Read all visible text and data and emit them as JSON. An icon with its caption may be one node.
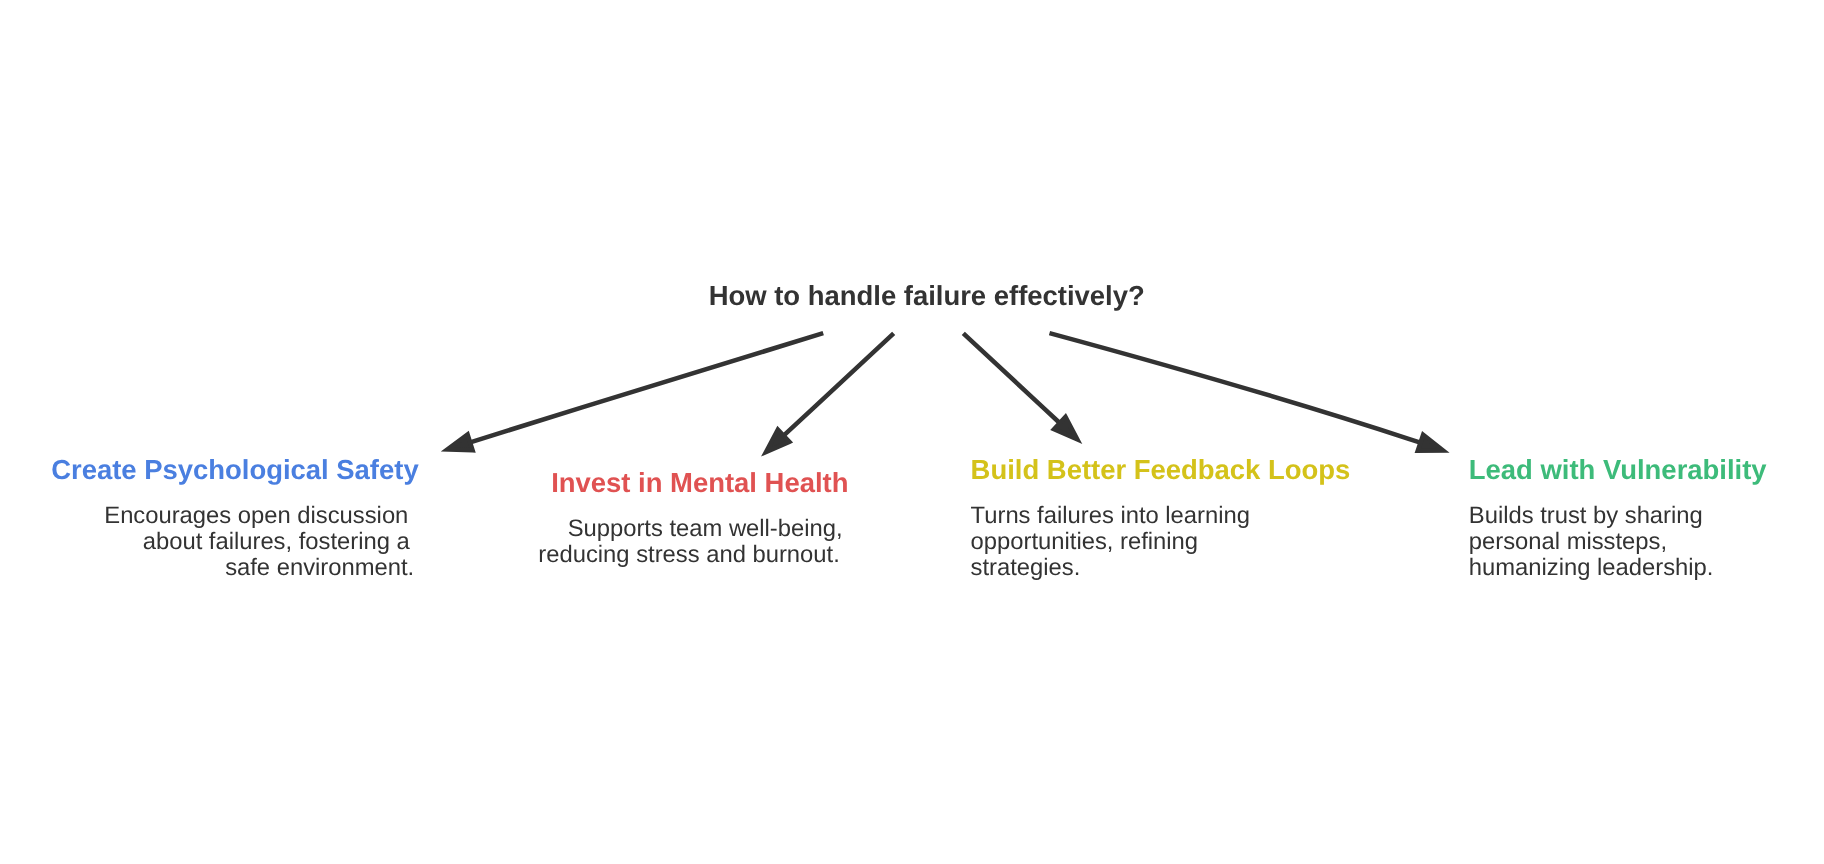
{
  "diagram": {
    "nodes": [
      {
        "text": [
          "How to handle failure effectively?"
        ]
      },
      {
        "text": [
          "Create Psychological Safety",
          "Encourages open discussion about failures, fostering a safe environment."
        ]
      },
      {
        "text": [
          "Lead with Vulnerability",
          "Builds trust by sharing personal missteps, humanizing leadership."
        ]
      },
      {
        "text": [
          "Invest in Mental Health",
          "Supports team well-being, reducing stress and burnout."
        ]
      },
      {
        "text": [
          "Build Better Feedback Loops",
          "Turns failures into learning opportunities, refining strategies."
        ]
      }
    ],
    "edges": [
      {
        "from": 0,
        "to": 1,
        "arrow": "to"
      },
      {
        "from": 0,
        "to": 2,
        "arrow": "to"
      },
      {
        "from": 0,
        "to": 3,
        "arrow": "to"
      },
      {
        "from": 0,
        "to": 4,
        "arrow": "to"
      }
    ]
  }
}
